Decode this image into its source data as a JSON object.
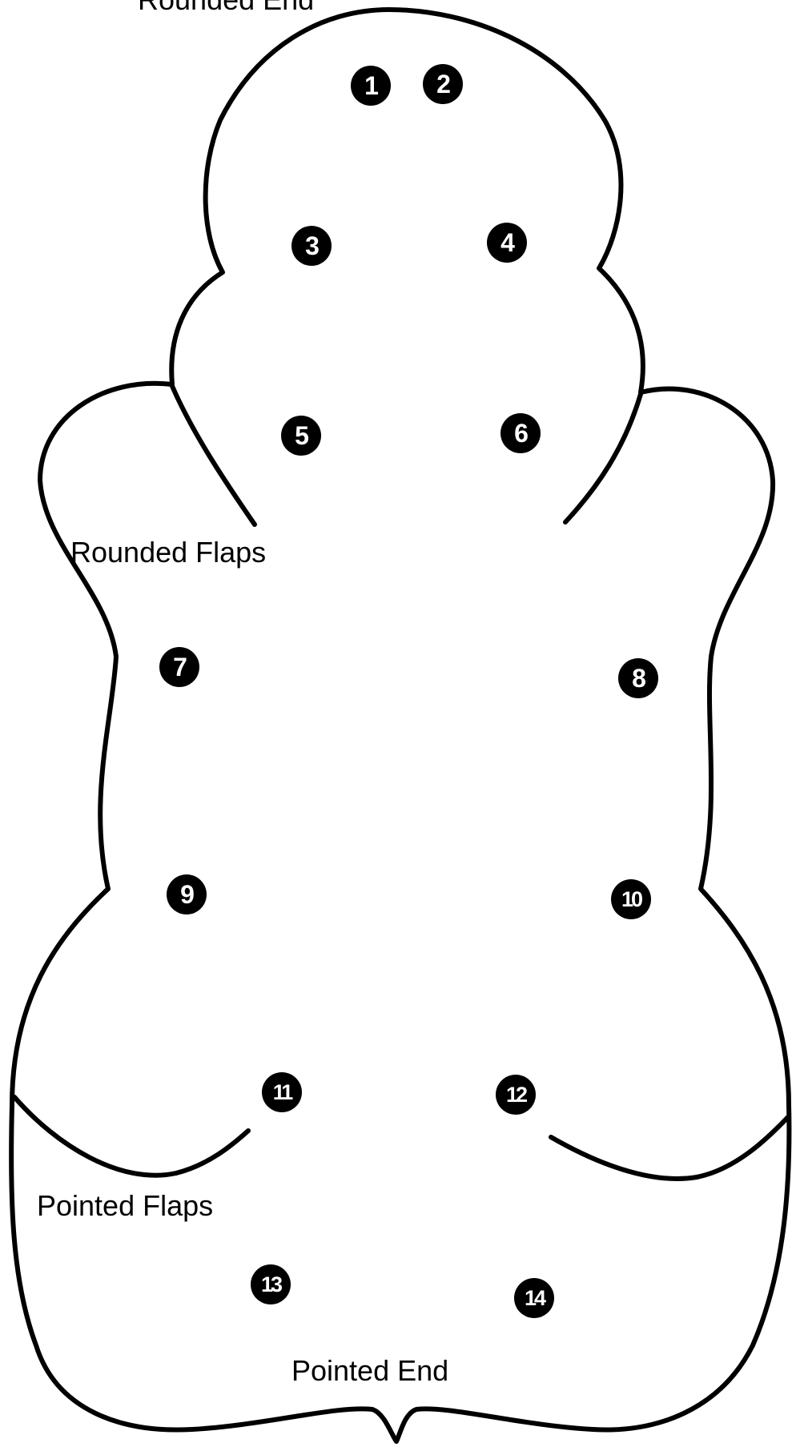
{
  "labels": {
    "rounded_end": "Rounded End",
    "rounded_flaps": "Rounded Flaps",
    "pointed_flaps": "Pointed Flaps",
    "pointed_end": "Pointed End"
  },
  "markers": [
    "1",
    "2",
    "3",
    "4",
    "5",
    "6",
    "7",
    "8",
    "9",
    "10",
    "11",
    "12",
    "13",
    "14"
  ],
  "colors": {
    "stroke": "#000000",
    "background": "#ffffff",
    "marker_fill": "#000000",
    "marker_text": "#ffffff"
  }
}
